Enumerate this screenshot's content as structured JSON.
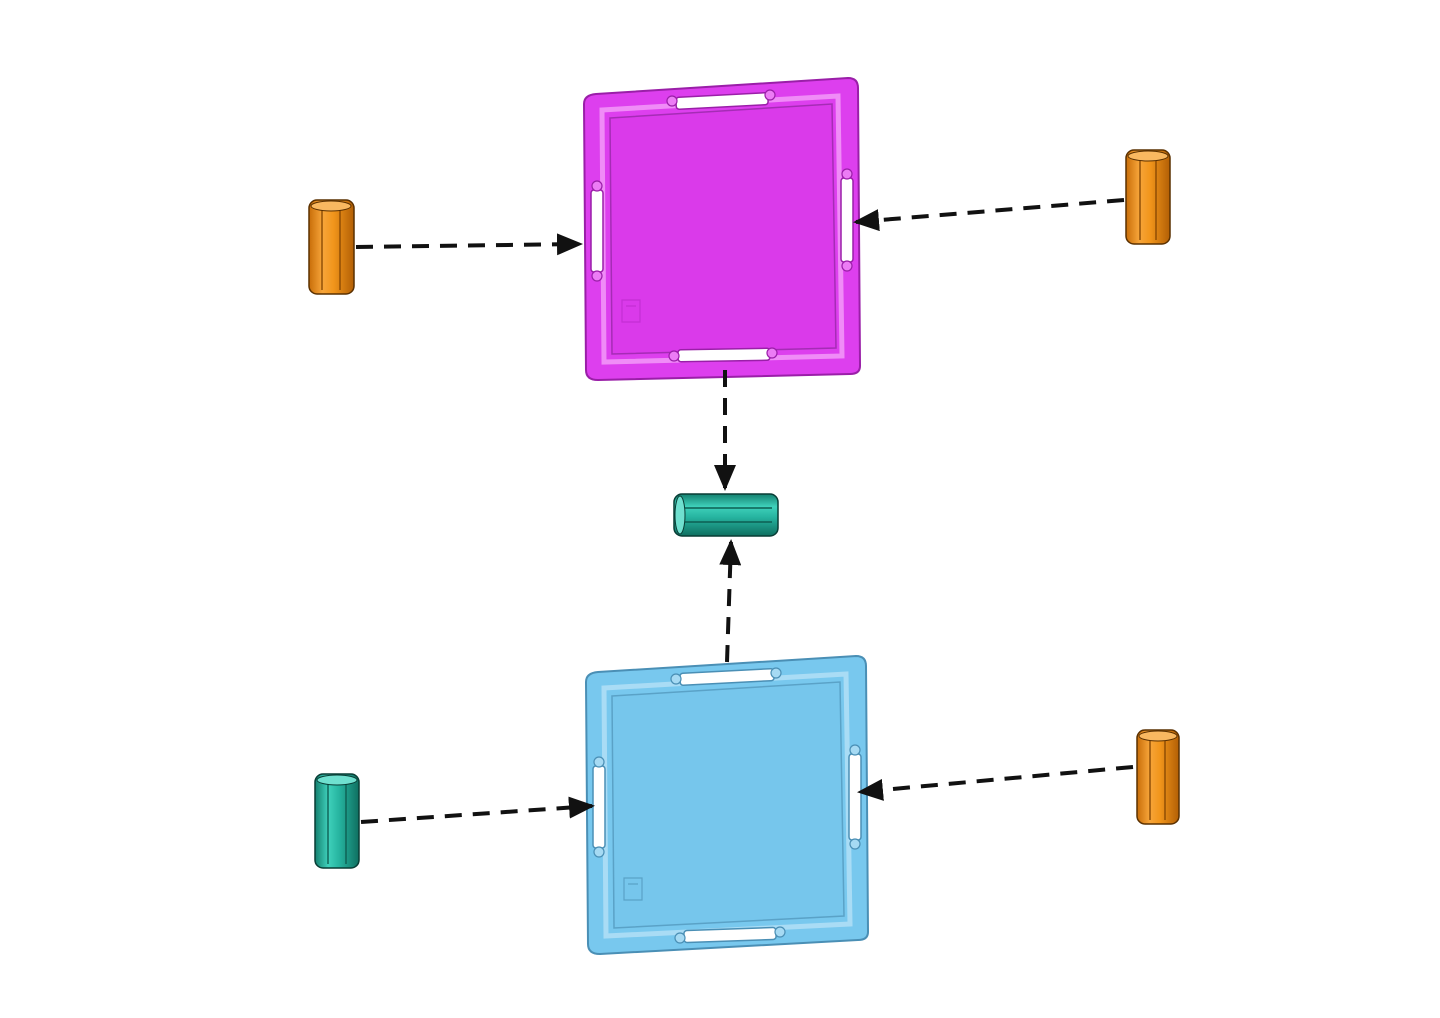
{
  "colors": {
    "background": "#ffffff",
    "panel_magenta": "#dd3fee",
    "panel_magenta_frame": "#c93cd9",
    "panel_blue": "#78c8ee",
    "panel_blue_frame": "#6ab6de",
    "connector_orange": "#f1951b",
    "connector_teal": "#26b4a0",
    "arrow": "#111111"
  },
  "parts": [
    {
      "id": "magenta-panel",
      "type": "square panel",
      "color": "magenta"
    },
    {
      "id": "blue-panel",
      "type": "square panel",
      "color": "light blue"
    },
    {
      "id": "orange-clip-left-top",
      "type": "clip",
      "color": "orange"
    },
    {
      "id": "orange-clip-right-top",
      "type": "clip",
      "color": "orange"
    },
    {
      "id": "orange-clip-right-bottom",
      "type": "clip",
      "color": "orange"
    },
    {
      "id": "teal-clip-left-bottom",
      "type": "clip",
      "color": "teal"
    },
    {
      "id": "teal-clip-middle",
      "type": "clip",
      "color": "teal"
    }
  ],
  "connections": [
    {
      "from": "orange-clip-left-top",
      "to": "magenta-panel"
    },
    {
      "from": "orange-clip-right-top",
      "to": "magenta-panel"
    },
    {
      "from": "magenta-panel",
      "to": "teal-clip-middle"
    },
    {
      "from": "blue-panel",
      "to": "teal-clip-middle"
    },
    {
      "from": "teal-clip-left-bottom",
      "to": "blue-panel"
    },
    {
      "from": "orange-clip-right-bottom",
      "to": "blue-panel"
    }
  ]
}
